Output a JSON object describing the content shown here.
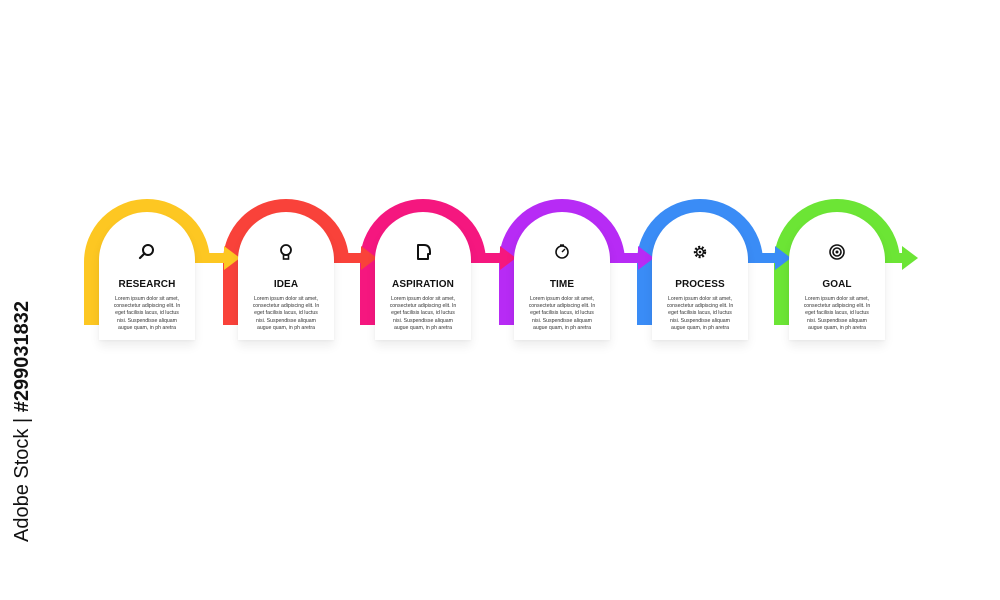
{
  "colors": {
    "research": "#FDC722",
    "idea": "#F9423A",
    "aspiration": "#F5177F",
    "time": "#B72BF5",
    "process": "#3A8CF6",
    "goal": "#6CE535",
    "card_shadow": "rgba(0,0,0,0.07)"
  },
  "steps": [
    {
      "title": "RESEARCH",
      "icon": "search-icon",
      "desc": [
        "Lorem ipsum dolor sit amet,",
        "consectetur adipiscing elit. In",
        "eget facilisis lacus, id luctus",
        "nisi. Suspendisse aliquam",
        "augue quam, in ph aretra"
      ]
    },
    {
      "title": "IDEA",
      "icon": "lightbulb-icon",
      "desc": [
        "Lorem ipsum dolor sit amet,",
        "consectetur adipiscing elit. In",
        "eget facilisis lacus, id luctus",
        "nisi. Suspendisse aliquam",
        "augue quam, in ph aretra"
      ]
    },
    {
      "title": "ASPIRATION",
      "icon": "head-profile-icon",
      "desc": [
        "Lorem ipsum dolor sit amet,",
        "consectetur adipiscing elit. In",
        "eget facilisis lacus, id luctus",
        "nisi. Suspendisse aliquam",
        "augue quam, in ph aretra"
      ]
    },
    {
      "title": "TIME",
      "icon": "clock-icon",
      "desc": [
        "Lorem ipsum dolor sit amet,",
        "consectetur adipiscing elit. In",
        "eget facilisis lacus, id luctus",
        "nisi. Suspendisse aliquam",
        "augue quam, in ph aretra"
      ]
    },
    {
      "title": "PROCESS",
      "icon": "gear-icon",
      "desc": [
        "Lorem ipsum dolor sit amet,",
        "consectetur adipiscing elit. In",
        "eget facilisis lacus, id luctus",
        "nisi. Suspendisse aliquam",
        "augue quam, in ph aretra"
      ]
    },
    {
      "title": "GOAL",
      "icon": "target-icon",
      "desc": [
        "Lorem ipsum dolor sit amet,",
        "consectetur adipiscing elit. In",
        "eget facilisis lacus, id luctus",
        "nisi. Suspendisse aliquam",
        "augue quam, in ph aretra"
      ]
    }
  ],
  "stock": {
    "site": "Adobe Stock",
    "separator": " | ",
    "id": "#299031832"
  }
}
